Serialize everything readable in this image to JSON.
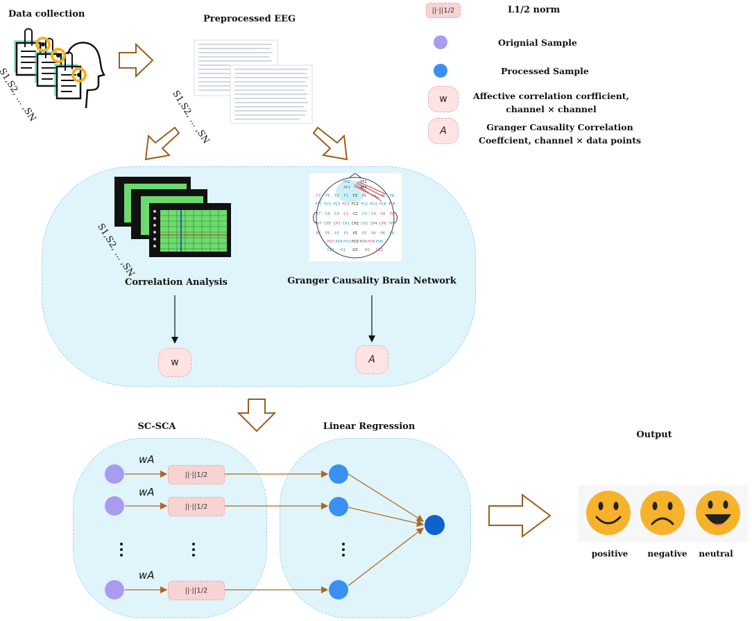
{
  "top": {
    "data_collection": "Data collection",
    "preprocessed_eeg": "Preprocessed EEG",
    "subjects_label": "S1,S2, ... ,SN"
  },
  "legend": {
    "norm_symbol": "||·||1/2",
    "norm_label": "L1/2 norm",
    "original_sample": "Orignial Sample",
    "processed_sample": "Processed Sample",
    "w_symbol": "w",
    "w_line1": "Affective correlation corfficient,",
    "w_line2": "channel × channel",
    "a_symbol": "A",
    "a_line1": "Granger Causality Correlation",
    "a_line2": "Coeffcient, channel × data points"
  },
  "analysis": {
    "correlation_label": "Correlation Analysis",
    "granger_label": "Granger Causality Brain Network",
    "w_output": "w",
    "a_output": "A",
    "electrodes": [
      "FPZ",
      "FP2",
      "AF3",
      "AF4",
      "F7",
      "F5",
      "F3",
      "F1",
      "FZ",
      "F2",
      "F4",
      "F6",
      "F8",
      "FT7",
      "FC5",
      "FC3",
      "FC1",
      "FCZ",
      "FC2",
      "FC4",
      "FC6",
      "FT8",
      "T7",
      "C5",
      "C3",
      "C1",
      "CZ",
      "C2",
      "C4",
      "C6",
      "T8",
      "TP7",
      "CP5",
      "CP3",
      "CP1",
      "CPZ",
      "CP2",
      "CP4",
      "CP6",
      "TP8",
      "P7",
      "P5",
      "P3",
      "P1",
      "PZ",
      "P2",
      "P4",
      "P6",
      "P8",
      "PO7",
      "PO5",
      "PO3",
      "POZ",
      "PO4",
      "PO6",
      "PO8",
      "CB1",
      "O1",
      "OZ",
      "O2",
      "CB2"
    ]
  },
  "model": {
    "sc_sca": "SC-SCA",
    "linear_regression": "Linear Regression",
    "wa_label": "wA",
    "norm_box": "||·||1/2",
    "ellipsis": "⋮"
  },
  "output": {
    "title": "Output",
    "labels": [
      "positive",
      "negative",
      "neutral"
    ]
  },
  "colors": {
    "original_sample": "#a99cf0",
    "processed_sample": "#3a90f0",
    "output_node": "#0f62cc",
    "arrow": "#b5651d",
    "panel": "#dff5fb",
    "pill": "#f9d3d3",
    "face": "#f6b22a"
  }
}
